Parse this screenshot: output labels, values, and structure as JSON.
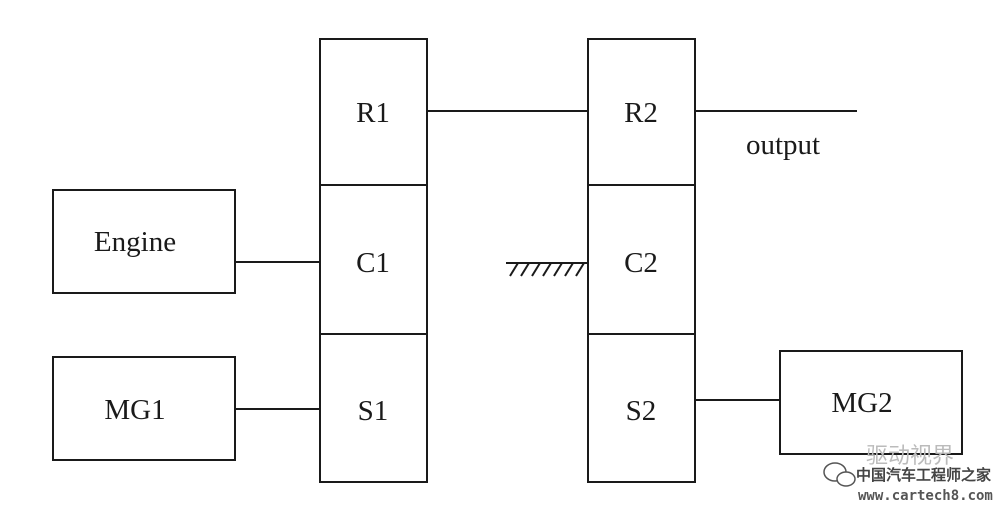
{
  "diagram": {
    "blocks": {
      "engine": "Engine",
      "mg1": "MG1",
      "mg2": "MG2"
    },
    "planetary_set_1": {
      "ring": "R1",
      "carrier": "C1",
      "sun": "S1"
    },
    "planetary_set_2": {
      "ring": "R2",
      "carrier": "C2",
      "sun": "S2"
    },
    "output_label": "output"
  },
  "watermark": {
    "brand_text": "中国汽车工程师之家",
    "url": "www.cartech8.com",
    "faint_text": "驱动视界"
  }
}
